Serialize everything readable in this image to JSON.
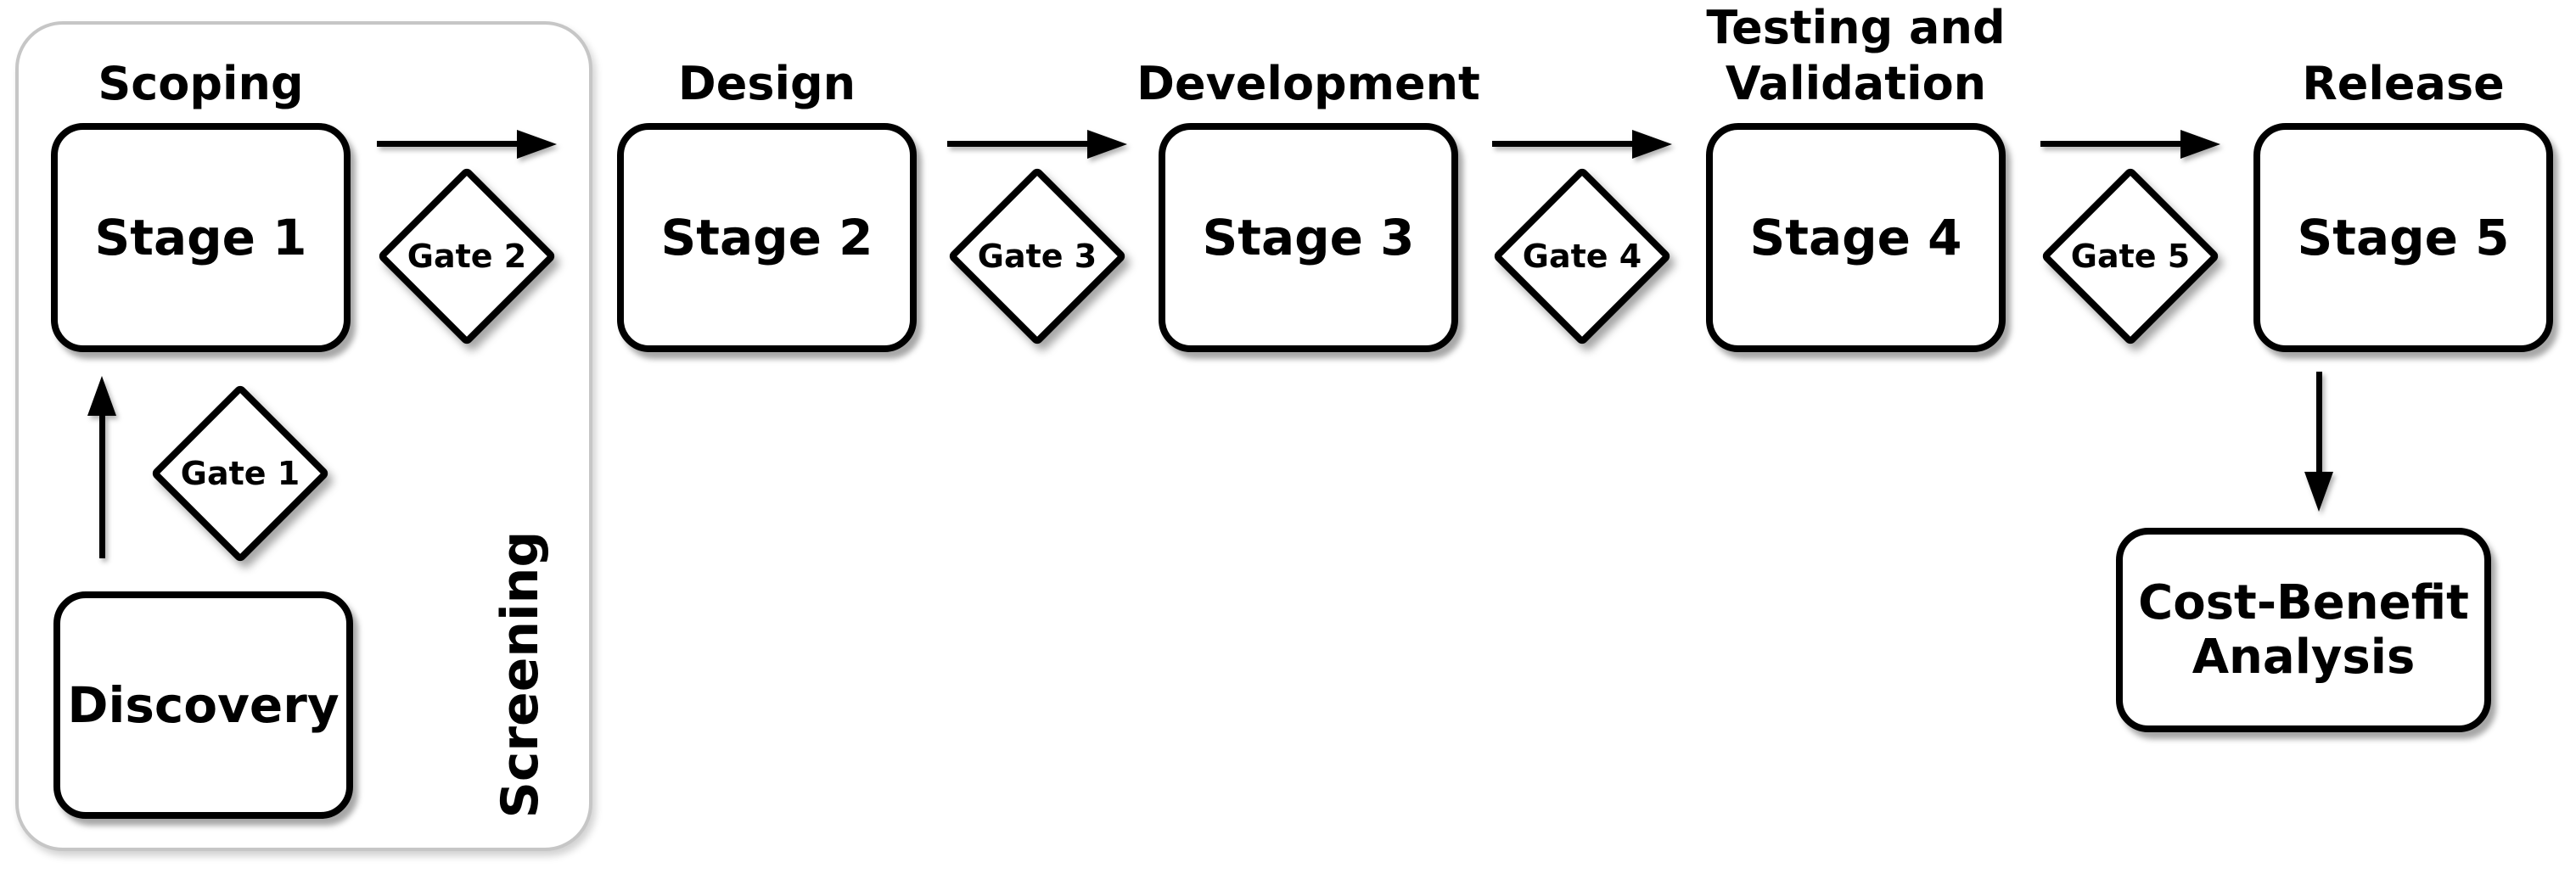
{
  "stages": [
    {
      "header_line1": "",
      "header_line2": "Scoping",
      "label": "Stage 1"
    },
    {
      "header_line1": "",
      "header_line2": "Design",
      "label": "Stage 2"
    },
    {
      "header_line1": "",
      "header_line2": "Development",
      "label": "Stage 3"
    },
    {
      "header_line1": "Testing and",
      "header_line2": "Validation",
      "label": "Stage 4"
    },
    {
      "header_line1": "",
      "header_line2": "Release",
      "label": "Stage 5"
    }
  ],
  "gates": [
    {
      "label": "Gate 1"
    },
    {
      "label": "Gate 2"
    },
    {
      "label": "Gate 3"
    },
    {
      "label": "Gate 4"
    },
    {
      "label": "Gate 5"
    }
  ],
  "pre_stage": {
    "label": "Discovery"
  },
  "group": {
    "label": "Screening"
  },
  "post_process": {
    "line1": "Cost-Benefit",
    "line2": "Analysis"
  },
  "colors": {
    "stroke": "#000000",
    "container_border": "#c6c6c6",
    "background": "#ffffff",
    "text": "#000000"
  }
}
